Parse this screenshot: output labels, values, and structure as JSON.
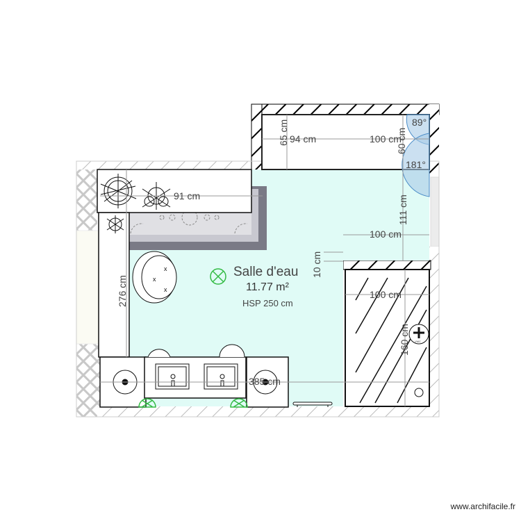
{
  "room": {
    "name": "Salle d'eau",
    "area": "11.77 m²",
    "height": "HSP 250 cm"
  },
  "dimensions": {
    "top_left_width": "94 cm",
    "top_right_width": "100 cm",
    "top_depth": "65 cm",
    "door_width": "60 cm",
    "bath_width": "91 cm",
    "right_gap": "111 cm",
    "right_passage": "100 cm",
    "wall_offset": "10 cm",
    "left_wall": "276 cm",
    "shower_width": "100 cm",
    "shower_length": "160 cm",
    "total_width": "385 cm"
  },
  "angles": {
    "door_top": "89°",
    "door_bottom": "181°"
  },
  "symbols": {
    "vmc": "VMC"
  },
  "colors": {
    "floor": "#e0fbf6",
    "wall_hatch": "#000000",
    "cross_hatch": "#c8c8c8",
    "door_swing": "#a9cbe8",
    "light_green": "#33bb44",
    "dimension_line": "#9a9a9a",
    "bath_outer": "#7a7a86",
    "bath_inner": "#dcdce0"
  },
  "footer": {
    "watermark": "www.archifacile.fr"
  }
}
